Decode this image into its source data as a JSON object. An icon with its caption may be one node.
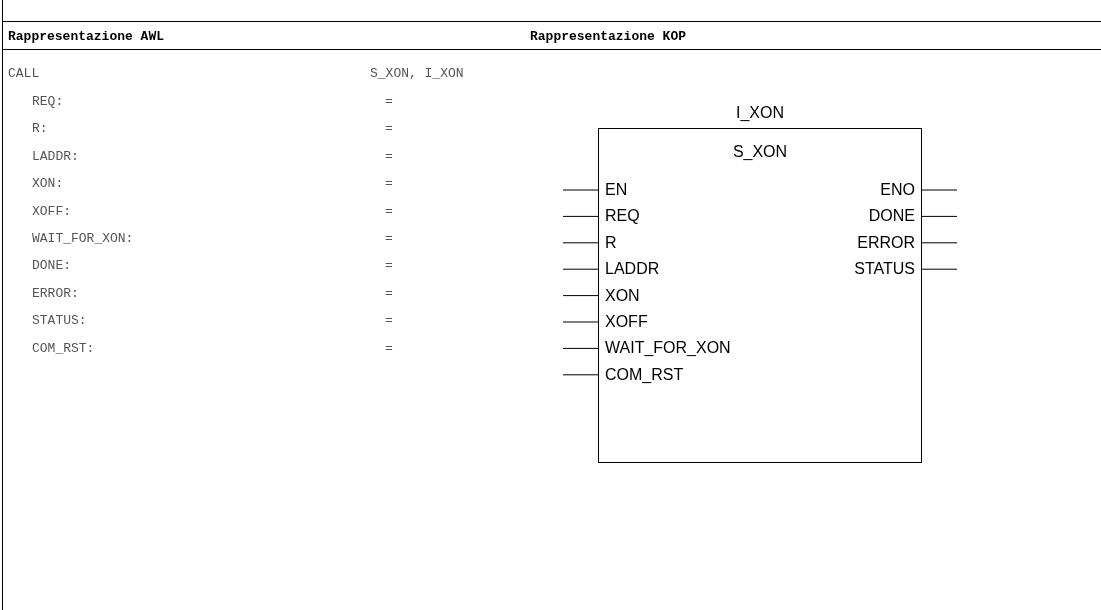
{
  "diagram": {
    "nodes": [
      {
        "text": [
          "I_XON",
          "S_XON"
        ]
      },
      {
        "text": [
          "EN"
        ],
        "in": 0
      },
      {
        "text": [
          "ENO"
        ],
        "in": 0
      },
      {
        "text": [
          "REQ"
        ],
        "in": 0
      },
      {
        "text": [
          "DONE"
        ],
        "in": 0
      },
      {
        "text": [
          "R"
        ],
        "in": 0
      },
      {
        "text": [
          "ERROR"
        ],
        "in": 0
      },
      {
        "text": [
          "LADDR"
        ],
        "in": 0
      },
      {
        "text": [
          "STATUS"
        ],
        "in": 0
      },
      {
        "text": [
          "XON"
        ],
        "in": 0
      },
      {
        "text": [
          "XOFF"
        ],
        "in": 0
      },
      {
        "text": [
          "WAIT_FOR_XON"
        ],
        "in": 0
      },
      {
        "text": [
          "COM_RST"
        ],
        "in": 0
      }
    ],
    "edges": [
      {
        "from": null,
        "to": 1,
        "arrow": "none"
      },
      {
        "from": 2,
        "to": null,
        "arrow": "none"
      },
      {
        "from": null,
        "to": 3,
        "arrow": "none"
      },
      {
        "from": 4,
        "to": null,
        "arrow": "none"
      },
      {
        "from": null,
        "to": 5,
        "arrow": "none"
      },
      {
        "from": 6,
        "to": null,
        "arrow": "none"
      },
      {
        "from": null,
        "to": 7,
        "arrow": "none"
      },
      {
        "from": 8,
        "to": null,
        "arrow": "none"
      },
      {
        "from": null,
        "to": 9,
        "arrow": "none"
      },
      {
        "from": null,
        "to": 10,
        "arrow": "none"
      },
      {
        "from": null,
        "to": 11,
        "arrow": "none"
      },
      {
        "from": null,
        "to": 12,
        "arrow": "none"
      }
    ],
    "labels": [
      "Rappresentazione AWL",
      "Rappresentazione KOP",
      "CALL",
      "S_XON, I_XON",
      "REQ:",
      "=",
      "R:",
      "=",
      "LADDR:",
      "=",
      "XON:",
      "=",
      "XOFF:",
      "=",
      "WAIT_FOR_XON:",
      "=",
      "DONE:",
      "=",
      "ERROR:",
      "=",
      "STATUS:",
      "=",
      "COM_RST:",
      "="
    ]
  }
}
